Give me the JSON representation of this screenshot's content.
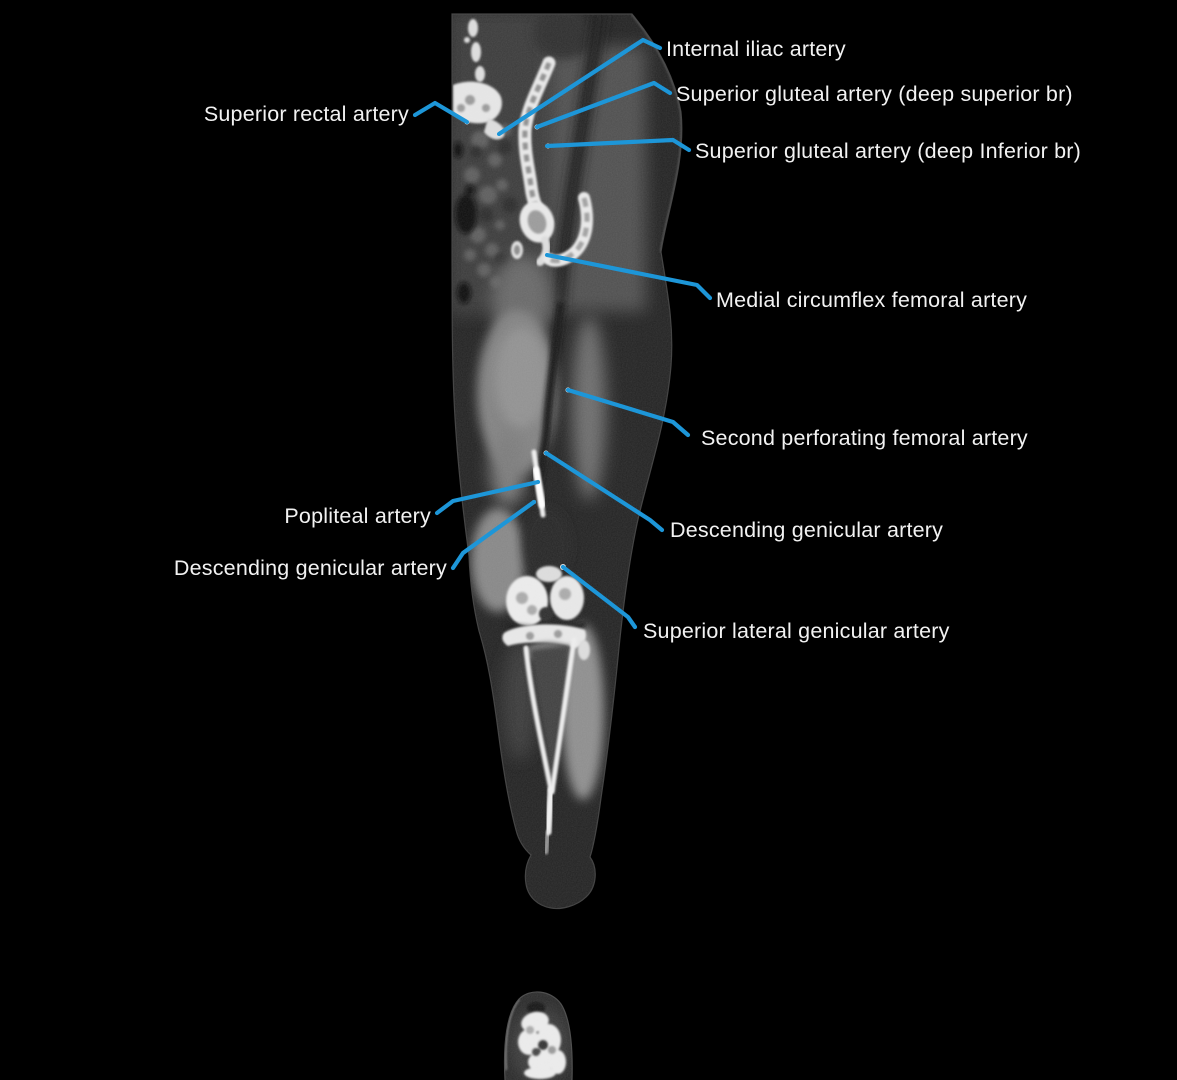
{
  "page": {
    "background_color": "#000000"
  },
  "figure": {
    "description": "Coronal CT angiogram of the lower limb (hip to ankle) with labeled arteries",
    "leader_line_color": "#1d96d8",
    "label_text_color": "#f2f2f2"
  },
  "labels": [
    {
      "id": "internal-iliac-artery",
      "text": "Internal iliac artery",
      "side": "right"
    },
    {
      "id": "superior-gluteal-artery-deep-superior-br",
      "text": "Superior gluteal artery (deep superior br)",
      "side": "right"
    },
    {
      "id": "superior-gluteal-artery-deep-inferior-br",
      "text": "Superior gluteal artery (deep Inferior br)",
      "side": "right"
    },
    {
      "id": "superior-rectal-artery",
      "text": "Superior rectal artery",
      "side": "left"
    },
    {
      "id": "medial-circumflex-femoral-artery",
      "text": "Medial circumflex femoral artery",
      "side": "right"
    },
    {
      "id": "second-perforating-femoral-artery",
      "text": "Second perforating femoral artery",
      "side": "right"
    },
    {
      "id": "popliteal-artery",
      "text": "Popliteal artery",
      "side": "left"
    },
    {
      "id": "descending-genicular-artery-left",
      "text": "Descending genicular artery",
      "side": "left"
    },
    {
      "id": "descending-genicular-artery-right",
      "text": "Descending genicular artery",
      "side": "right"
    },
    {
      "id": "superior-lateral-genicular-artery",
      "text": "Superior lateral genicular artery",
      "side": "right"
    }
  ]
}
